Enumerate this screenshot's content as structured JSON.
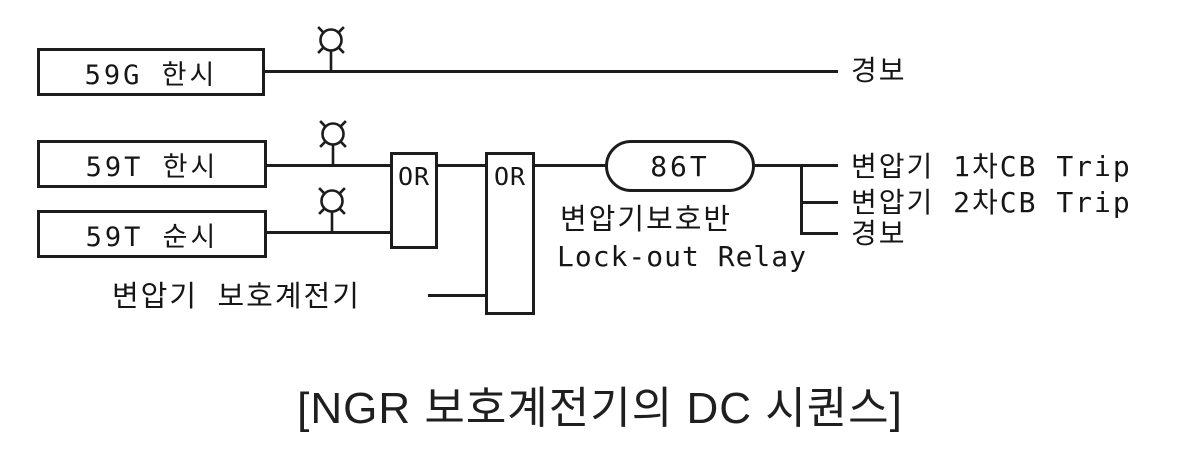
{
  "diagram": {
    "caption": "[NGR 보호계전기의 DC 시퀀스]",
    "blocks": {
      "relay_59g": {
        "label": "59G 한시"
      },
      "relay_59t_time": {
        "label": "59T 한시"
      },
      "relay_59t_inst": {
        "label": "59T 순시"
      },
      "or_gate_1": {
        "label": "OR"
      },
      "or_gate_2": {
        "label": "OR"
      },
      "lockout_relay": {
        "label": "86T",
        "sublabel_line1": "변압기보호반",
        "sublabel_line2": "Lock-out Relay"
      }
    },
    "inputs": {
      "transformer_protection_relay": {
        "label": "변압기 보호계전기"
      }
    },
    "outputs": {
      "alarm_59g": {
        "label": "경보"
      },
      "trip_primary_cb": {
        "label": "변압기 1차CB Trip"
      },
      "trip_secondary_cb": {
        "label": "변압기 2차CB Trip"
      },
      "alarm_86t": {
        "label": "경보"
      }
    },
    "icons": {
      "lamp": "indicator-lamp"
    },
    "colors": {
      "line": "#1c1c1c",
      "background": "#ffffff",
      "caption_text": "#1f1f1f"
    }
  }
}
